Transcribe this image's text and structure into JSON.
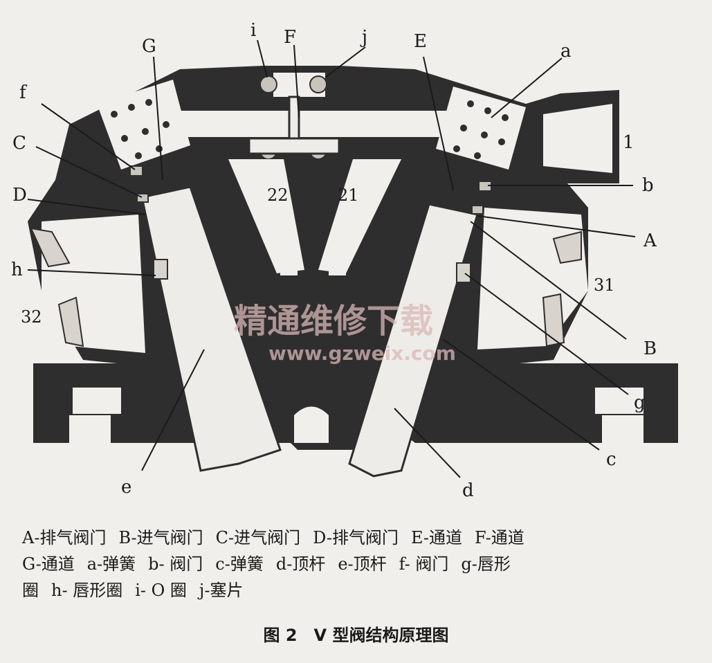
{
  "labels": {
    "G": "G",
    "i": "i",
    "F": "F",
    "j": "j",
    "E": "E",
    "a": "a",
    "f": "f",
    "C": "C",
    "D": "D",
    "h": "h",
    "one": "1",
    "b": "b",
    "A": "A",
    "B": "B",
    "g": "g",
    "c": "c",
    "d": "d",
    "e": "e",
    "p22": "22",
    "p21": "21",
    "p31": "31",
    "p32": "32"
  },
  "watermark": {
    "line1": "精通维修下载",
    "line2": "www.gzweix.com"
  },
  "legend": [
    "A-排气阀门",
    "B-进气阀门",
    "C-进气阀门",
    "D-排气阀门",
    "E-通道",
    "F-通道",
    "G-通道",
    "a-弹簧",
    "b- 阀门",
    "c-弹簧",
    "d-顶杆",
    "e-顶杆",
    "f- 阀门",
    "g-唇形",
    "圈",
    "h- 唇形圈",
    "i- O 圈",
    "j-塞片"
  ],
  "caption": "图 2　V 型阀结构原理图"
}
